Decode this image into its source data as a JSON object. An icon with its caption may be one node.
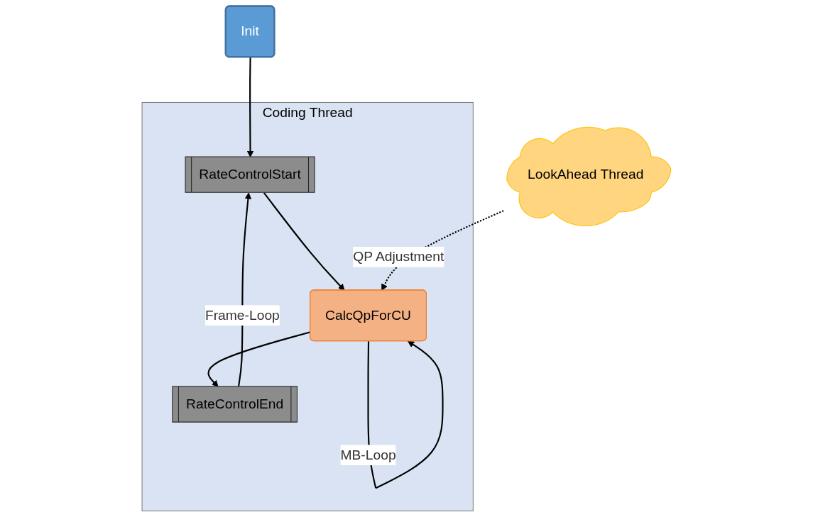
{
  "diagram": {
    "nodes": [
      {
        "text": [
          "Coding Thread"
        ]
      },
      {
        "text": [
          "Init"
        ]
      },
      {
        "text": [
          "RateControlStart"
        ],
        "in": 0
      },
      {
        "text": [
          "CalcQpForCU"
        ],
        "in": 0
      },
      {
        "text": [
          "RateControlEnd"
        ],
        "in": 0
      },
      {
        "text": [
          "LookAhead Thread"
        ]
      }
    ],
    "edges": [
      {
        "from": 1,
        "to": 2,
        "arrow": "to"
      },
      {
        "from": 2,
        "to": 3,
        "arrow": "to"
      },
      {
        "from": 3,
        "to": 4,
        "arrow": "to"
      },
      {
        "from": 4,
        "to": 2,
        "arrow": "to",
        "label": "Frame-Loop"
      },
      {
        "from": 3,
        "to": 3,
        "arrow": "to",
        "label": "MB-Loop"
      },
      {
        "from": 5,
        "to": 3,
        "arrow": "to",
        "label": "QP Adjustment",
        "style": "dashed"
      }
    ]
  }
}
